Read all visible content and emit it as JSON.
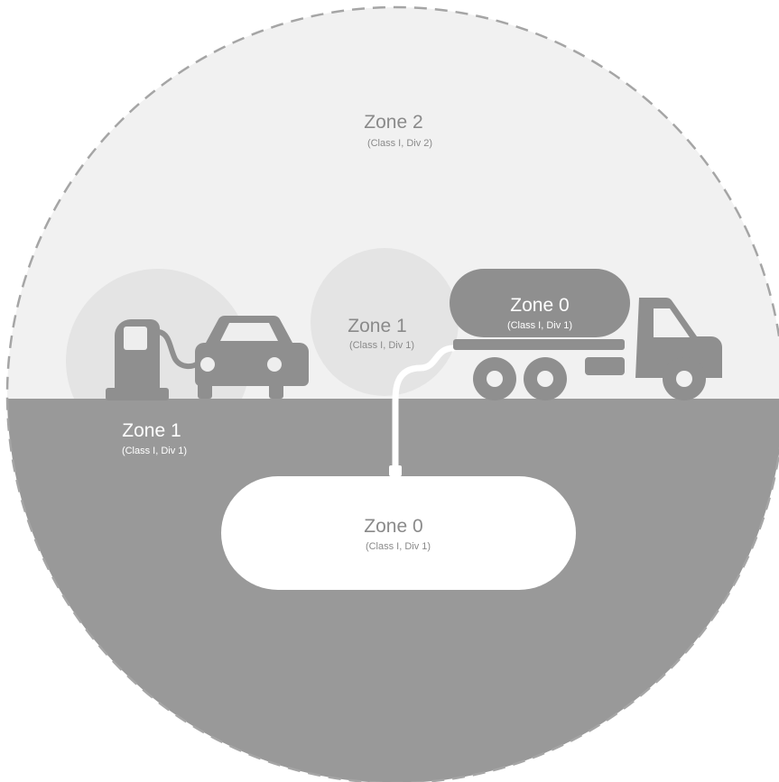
{
  "zones": {
    "outer": {
      "title": "Zone 2",
      "subtitle": "(Class I, Div 2)"
    },
    "dispenser": {
      "title": "Zone 1",
      "subtitle": "(Class I, Div 1)"
    },
    "transfer": {
      "title": "Zone 1",
      "subtitle": "(Class I, Div 1)"
    },
    "truck_tank": {
      "title": "Zone 0",
      "subtitle": "(Class I, Div 1)"
    },
    "underground_tank": {
      "title": "Zone 0",
      "subtitle": "(Class I, Div 1)"
    }
  },
  "colors": {
    "sky": "#f1f1f1",
    "ground": "#999999",
    "zone1_halo": "#e4e4e4",
    "objects": "#8f8f8f",
    "tank": "#ffffff",
    "label_light": "#8a8a8a",
    "label_on_dark": "#ffffff",
    "dash": "#a5a5a5"
  },
  "icons": [
    "fuel-pump-icon",
    "car-icon",
    "tanker-truck-icon",
    "underground-tank-icon"
  ]
}
